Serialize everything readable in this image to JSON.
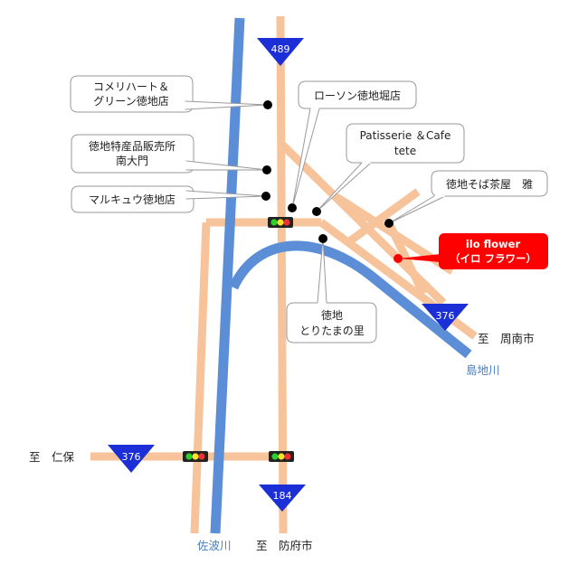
{
  "colors": {
    "road": "#f7c39a",
    "river": "#5b8ed6",
    "route_shield": "#1c2fd6",
    "highlight": "#ff0000",
    "poi": "#000000",
    "river_label": "#4a7fc1"
  },
  "routes": {
    "north": "489",
    "east": "376",
    "west": "376",
    "south": "184"
  },
  "pois": {
    "komeri": [
      "コメリハート＆",
      "グリーン徳地店"
    ],
    "lawson": "ローソン徳地堀店",
    "tokuji_tokusan": [
      "徳地特産品販売所",
      "南大門"
    ],
    "patisserie": [
      "Patisserie ＆Cafe",
      "tete"
    ],
    "soba": "徳地そば茶屋　雅",
    "marukyu": "マルキュウ徳地店",
    "torita": [
      "徳地",
      "とりたまの里"
    ]
  },
  "highlight": {
    "name": "ilo flower",
    "reading": "（イロ フラワー）"
  },
  "destinations": {
    "shunan": "至　周南市",
    "niho": "至　仁保",
    "hofu": "至　防府市"
  },
  "rivers": {
    "shimaji": "島地川",
    "saba": "佐波川"
  },
  "icons": {
    "route_shield": "inverted-triangle-route-shield-icon",
    "traffic_signal": "traffic-signal-icon",
    "poi": "black-dot-icon",
    "highlight": "red-dot-icon"
  }
}
